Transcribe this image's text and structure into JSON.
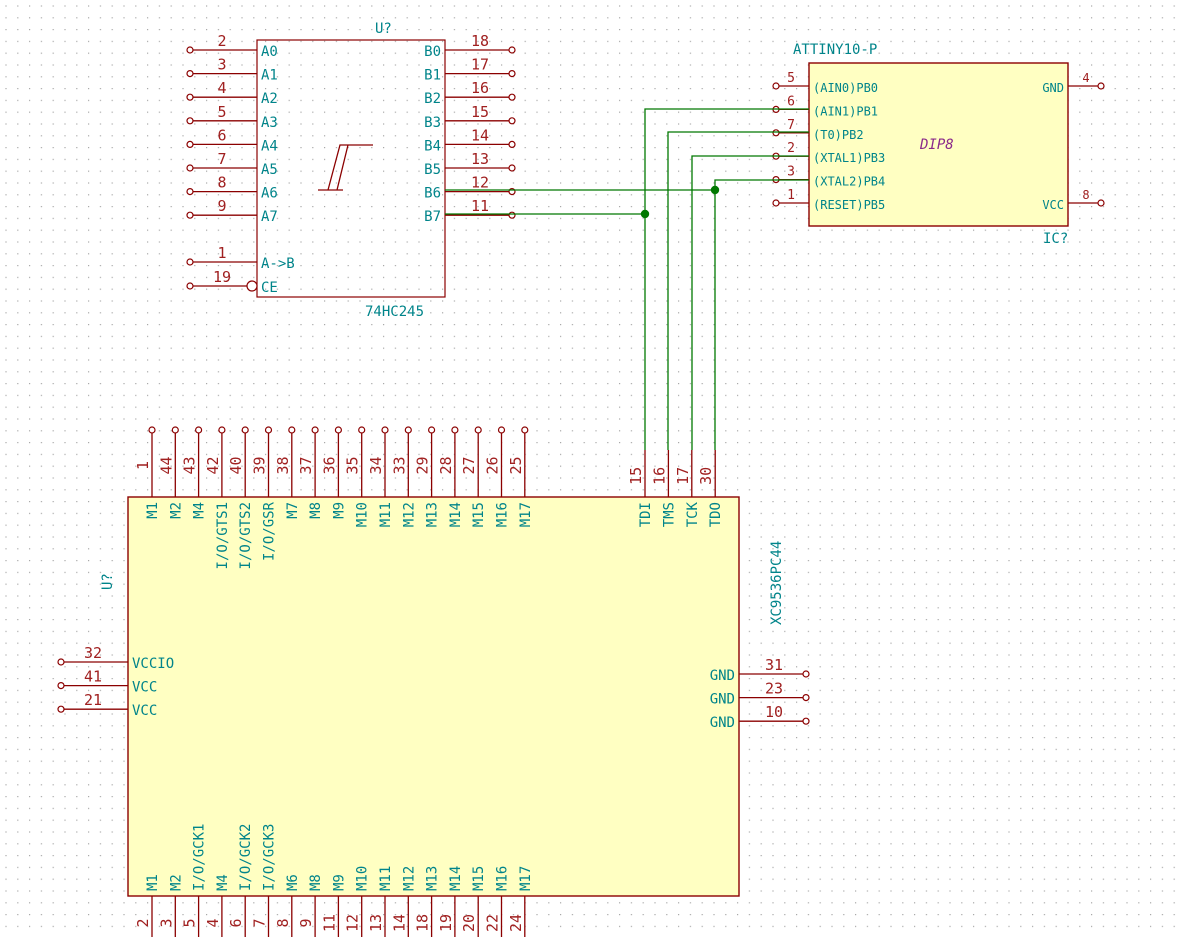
{
  "u74": {
    "ref": "U?",
    "value": "74HC245",
    "pins_left": [
      {
        "num": "2",
        "name": "A0"
      },
      {
        "num": "3",
        "name": "A1"
      },
      {
        "num": "4",
        "name": "A2"
      },
      {
        "num": "5",
        "name": "A3"
      },
      {
        "num": "6",
        "name": "A4"
      },
      {
        "num": "7",
        "name": "A5"
      },
      {
        "num": "8",
        "name": "A6"
      },
      {
        "num": "9",
        "name": "A7"
      }
    ],
    "pins_left_ctrl": [
      {
        "num": "1",
        "name": "A->B"
      },
      {
        "num": "19",
        "name": "CE"
      }
    ],
    "pins_right": [
      {
        "num": "18",
        "name": "B0"
      },
      {
        "num": "17",
        "name": "B1"
      },
      {
        "num": "16",
        "name": "B2"
      },
      {
        "num": "15",
        "name": "B3"
      },
      {
        "num": "14",
        "name": "B4"
      },
      {
        "num": "13",
        "name": "B5"
      },
      {
        "num": "12",
        "name": "B6"
      },
      {
        "num": "11",
        "name": "B7"
      }
    ]
  },
  "attiny": {
    "value": "ATTINY10-P",
    "ref": "IC?",
    "package": "DIP8",
    "pins_left": [
      {
        "num": "5",
        "name": "(AIN0)PB0"
      },
      {
        "num": "6",
        "name": "(AIN1)PB1"
      },
      {
        "num": "7",
        "name": "(T0)PB2"
      },
      {
        "num": "2",
        "name": "(XTAL1)PB3"
      },
      {
        "num": "3",
        "name": "(XTAL2)PB4"
      },
      {
        "num": "1",
        "name": "(RESET)PB5"
      }
    ],
    "pins_right": [
      {
        "num": "4",
        "name": "GND"
      },
      {
        "num": "8",
        "name": "VCC"
      }
    ]
  },
  "xc": {
    "ref": "U?",
    "value": "XC9536PC44",
    "pins_top": [
      {
        "num": "1",
        "name": "M1"
      },
      {
        "num": "44",
        "name": "M2"
      },
      {
        "num": "43",
        "name": "M4"
      },
      {
        "num": "42",
        "name": "I/O/GTS1"
      },
      {
        "num": "40",
        "name": "I/O/GTS2"
      },
      {
        "num": "39",
        "name": "I/O/GSR"
      },
      {
        "num": "38",
        "name": "M7"
      },
      {
        "num": "37",
        "name": "M8"
      },
      {
        "num": "36",
        "name": "M9"
      },
      {
        "num": "35",
        "name": "M10"
      },
      {
        "num": "34",
        "name": "M11"
      },
      {
        "num": "33",
        "name": "M12"
      },
      {
        "num": "29",
        "name": "M13"
      },
      {
        "num": "28",
        "name": "M14"
      },
      {
        "num": "27",
        "name": "M15"
      },
      {
        "num": "26",
        "name": "M16"
      },
      {
        "num": "25",
        "name": "M17"
      }
    ],
    "pins_top_jtag": [
      {
        "num": "15",
        "name": "TDI"
      },
      {
        "num": "16",
        "name": "TMS"
      },
      {
        "num": "17",
        "name": "TCK"
      },
      {
        "num": "30",
        "name": "TDO"
      }
    ],
    "pins_left": [
      {
        "num": "32",
        "name": "VCCIO"
      },
      {
        "num": "41",
        "name": "VCC"
      },
      {
        "num": "21",
        "name": "VCC"
      }
    ],
    "pins_right": [
      {
        "num": "31",
        "name": "GND"
      },
      {
        "num": "23",
        "name": "GND"
      },
      {
        "num": "10",
        "name": "GND"
      }
    ],
    "pins_bottom": [
      {
        "num": "2",
        "name": "M1"
      },
      {
        "num": "3",
        "name": "M2"
      },
      {
        "num": "5",
        "name": "I/O/GCK1"
      },
      {
        "num": "4",
        "name": "M4"
      },
      {
        "num": "6",
        "name": "I/O/GCK2"
      },
      {
        "num": "7",
        "name": "I/O/GCK3"
      },
      {
        "num": "8",
        "name": "M6"
      },
      {
        "num": "9",
        "name": "M8"
      },
      {
        "num": "11",
        "name": "M9"
      },
      {
        "num": "12",
        "name": "M10"
      },
      {
        "num": "13",
        "name": "M11"
      },
      {
        "num": "14",
        "name": "M12"
      },
      {
        "num": "18",
        "name": "M13"
      },
      {
        "num": "19",
        "name": "M14"
      },
      {
        "num": "20",
        "name": "M15"
      },
      {
        "num": "22",
        "name": "M16"
      },
      {
        "num": "24",
        "name": "M17"
      }
    ]
  },
  "colors": {
    "grid_dot": "#a8a8a8",
    "body_fill": "#ffffc2",
    "outline": "#8b0000",
    "wire": "#007800",
    "ref_text": "#00848a",
    "pin_number": "#a02020",
    "package_text": "#8a2a8a"
  }
}
